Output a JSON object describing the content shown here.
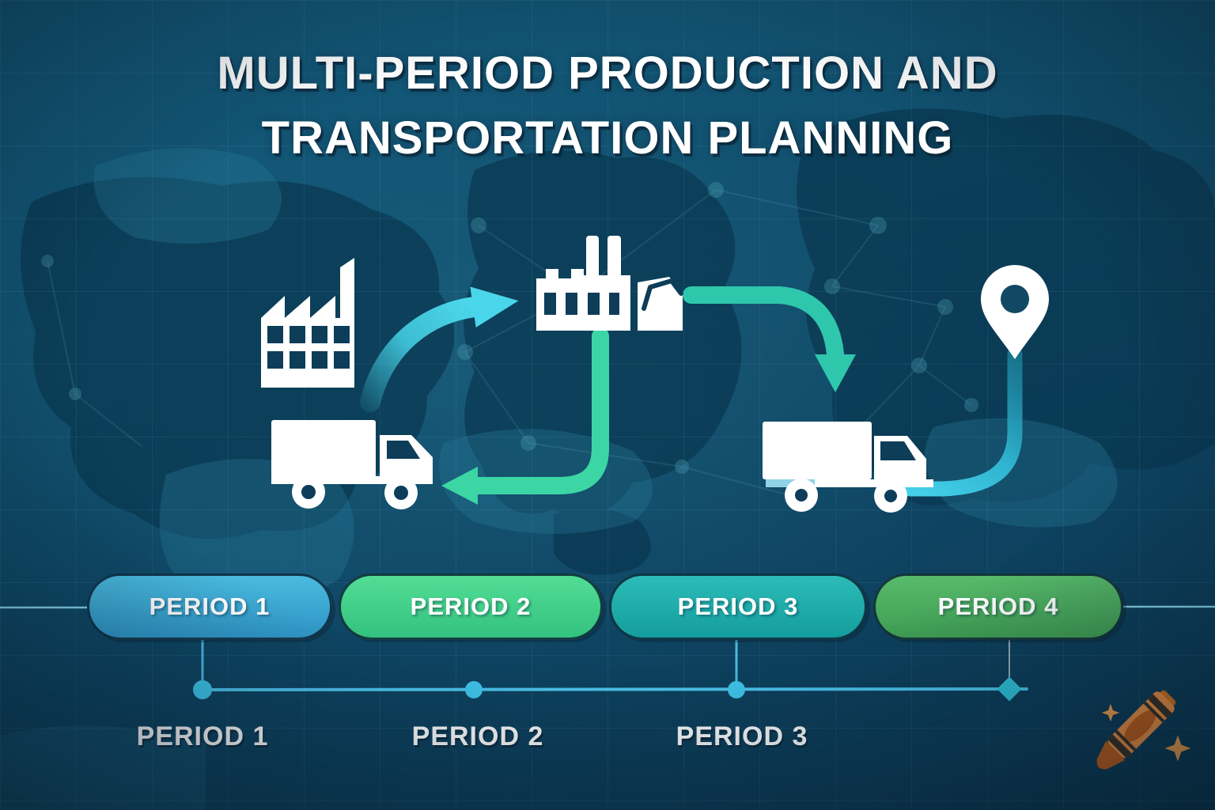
{
  "title": {
    "line1": "MULTI-PERIOD PRODUCTION AND",
    "line2": "TRANSPORTATION PLANNING"
  },
  "period_bar": {
    "pills": [
      {
        "label": "PERIOD 1",
        "color": "#3cadd6"
      },
      {
        "label": "PERIOD 2",
        "color": "#45d289"
      },
      {
        "label": "PERIOD 3",
        "color": "#22b1ad"
      },
      {
        "label": "PERIOD 4",
        "color": "#4fb562"
      }
    ]
  },
  "timeline": {
    "labels": [
      "PERIOD 1",
      "PERIOD 2",
      "PERIOD 3"
    ],
    "line_color": "#4cc2ea",
    "dot_color": "#3fc5ea"
  },
  "flow_diagram": {
    "icon_names": [
      "factory-icon",
      "factory-document-icon",
      "document-icon",
      "truck-icon-left",
      "truck-icon-right",
      "location-pin-icon"
    ],
    "arrow_colors": {
      "factory_to_plant": "#46d4e8",
      "plant_to_truck_right": "#2fc7ab",
      "plant_to_truck_left": "#3bd6a4",
      "pin_route": "#3fc8e4"
    }
  },
  "watermark": {
    "icon": "crayon-icon",
    "crayon_color": "#ef9143",
    "sparkle_color": "#f2a24d"
  },
  "background": {
    "ocean": "#11506e",
    "land_dark": "#0a3751",
    "land_light": "#2a7e9c",
    "grid_line": "rgba(126,200,226,0.09)"
  }
}
